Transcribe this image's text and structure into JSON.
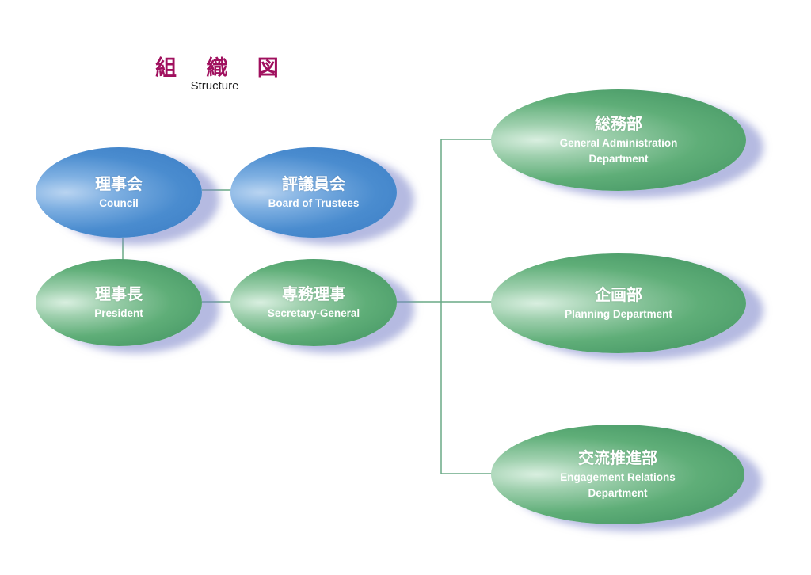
{
  "header": {
    "title_jp": "組 織 図",
    "title_en": "Structure"
  },
  "nodes": {
    "council": {
      "jp": "理事会",
      "en": "Council"
    },
    "trustees": {
      "jp": "評議員会",
      "en": "Board of Trustees"
    },
    "president": {
      "jp": "理事長",
      "en": "President"
    },
    "secretary": {
      "jp": "専務理事",
      "en": "Secretary-General"
    },
    "general_admin": {
      "jp": "総務部",
      "en_line1": "General Administration",
      "en_line2": "Department"
    },
    "planning": {
      "jp": "企画部",
      "en": "Planning Department"
    },
    "engagement": {
      "jp": "交流推進部",
      "en_line1": "Engagement Relations",
      "en_line2": "Department"
    }
  },
  "colors": {
    "title": "#a0105e",
    "connector": "#6aaa86",
    "blue_node": "#4a8ccf",
    "green_node": "#5fae78"
  }
}
